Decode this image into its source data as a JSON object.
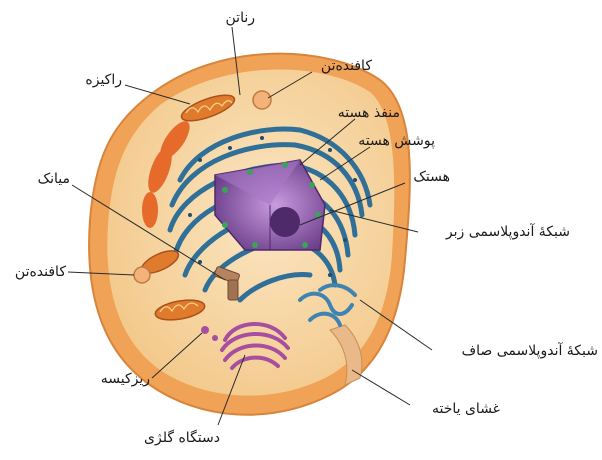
{
  "labels": {
    "ribosome_top": "رناتن",
    "mitochondrion": "راکیزه",
    "lysosome_top": "کافنده‌تن",
    "nuclear_pore": "منفذ هسته",
    "nuclear_envelope": "پوشش هسته",
    "nucleolus": "هستک",
    "rough_er": "شبکۀ آندوپلاسمی زبر",
    "centriole": "میانک",
    "lysosome_left": "کافنده‌تن",
    "vesicle": "ریزکیسه",
    "golgi": "دستگاه گلژی",
    "smooth_er": "شبکۀ آندوپلاسمی صاف",
    "membrane": "غشای یاخته"
  },
  "colors": {
    "membrane_outer": "#f0a257",
    "cytoplasm": "#f7d9a6",
    "er": "#2f6f98",
    "nucleus": "#8a5aa8",
    "mitochondria": "#e07a2c",
    "golgi": "#a64fa0"
  }
}
